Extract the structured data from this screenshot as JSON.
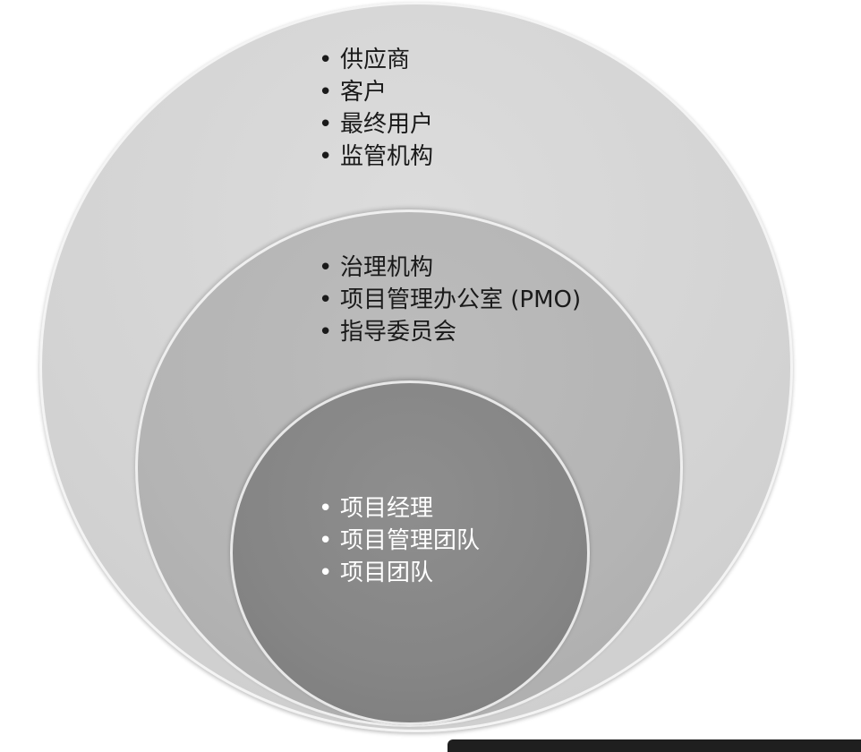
{
  "outer": {
    "items": [
      "供应商",
      "客户",
      "最终用户",
      "监管机构"
    ]
  },
  "middle": {
    "items": [
      "治理机构",
      "项目管理办公室 (PMO)",
      "指导委员会"
    ]
  },
  "inner": {
    "items": [
      "项目经理",
      "项目管理团队",
      "项目团队"
    ]
  },
  "colors": {
    "outer_circle": "#d3d3d3",
    "middle_circle": "#b4b4b4",
    "inner_circle": "#858585",
    "dark_text": "#1a1a1a",
    "light_text": "#ffffff"
  }
}
